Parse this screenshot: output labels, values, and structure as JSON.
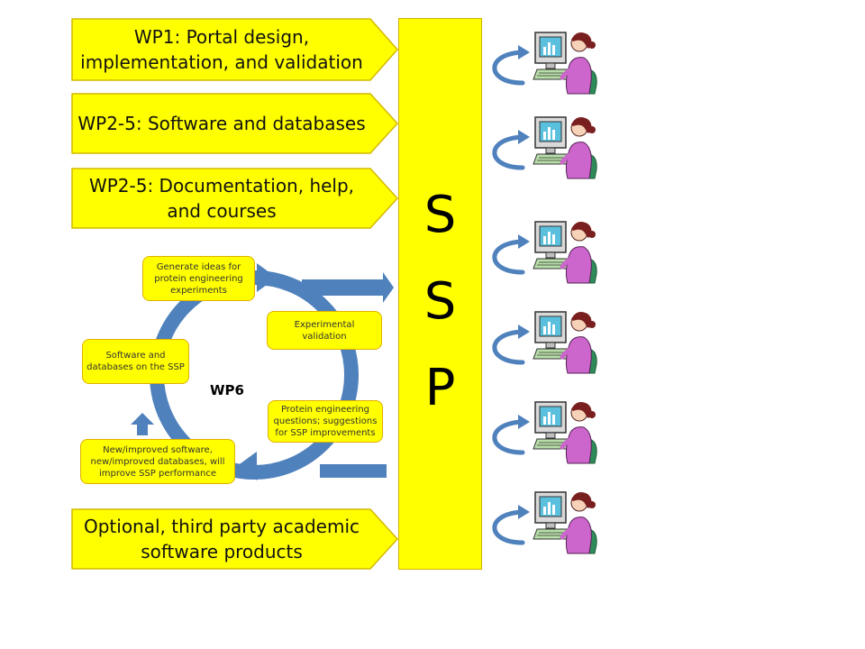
{
  "boxes": [
    {
      "text": "WP1: Portal design,\nimplementation, and validation"
    },
    {
      "text": "WP2-5: Software and databases"
    },
    {
      "text": "WP2-5: Documentation, help,\nand courses"
    },
    {
      "text": "Optional, third party academic\nsoftware products"
    }
  ],
  "ssp": {
    "letters": [
      "S",
      "S",
      "P"
    ]
  },
  "cycle": {
    "label": "WP6",
    "steps": [
      {
        "text": "Generate ideas for protein engineering experiments"
      },
      {
        "text": "Experimental validation"
      },
      {
        "text": "Protein engineering questions; suggestions for SSP improvements"
      },
      {
        "text": "New/improved software, new/improved databases, will improve SSP performance"
      },
      {
        "text": "Software and databases on the SSP"
      }
    ]
  },
  "colors": {
    "yellow": "#ffff00",
    "box_border": "#d4b800",
    "arrow_blue": "#4f81bd"
  },
  "icons": {
    "user": "user-at-computer-icon",
    "return": "return-arrow-icon"
  }
}
